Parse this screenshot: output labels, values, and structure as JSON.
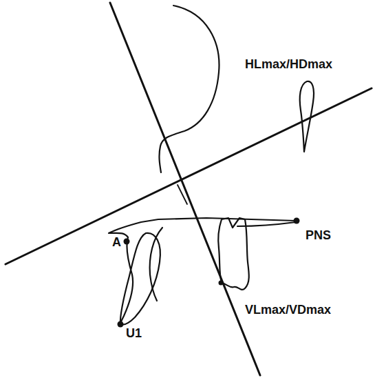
{
  "diagram": {
    "labels": [
      "HLmax/HDmax",
      "A",
      "PNS",
      "U1",
      "VLmax/VDmax"
    ]
  }
}
